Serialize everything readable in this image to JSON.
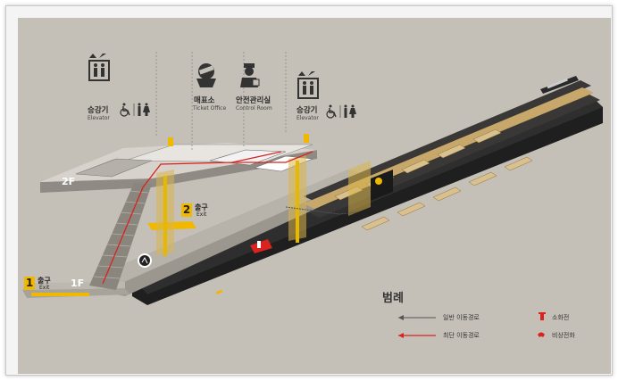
{
  "labels": {
    "elevator_left_ko": "승강기",
    "elevator_left_en": "Elevator",
    "ticket_ko": "매표소",
    "ticket_en": "Ticket Office",
    "control_ko": "안전관리실",
    "control_en": "Control Room",
    "elevator_right_ko": "승강기",
    "elevator_right_en": "Elevator",
    "floor_2f": "2F",
    "floor_1f": "1F",
    "exit1_num": "1",
    "exit1_ko": "출구",
    "exit1_en": "Exit",
    "exit2_num": "2",
    "exit2_ko": "출구",
    "exit2_en": "Exit"
  },
  "legend": {
    "title": "범례",
    "normal_route": "일반 이동경로",
    "shortest_route": "최단 이동경로",
    "extinguisher": "소화전",
    "emergency_phone": "비상전화"
  },
  "colors": {
    "background": "#c5c0b7",
    "track": "#2a2a2a",
    "accent_yellow": "#f1b800",
    "route_red": "#d8231f",
    "route_gray": "#555555"
  }
}
